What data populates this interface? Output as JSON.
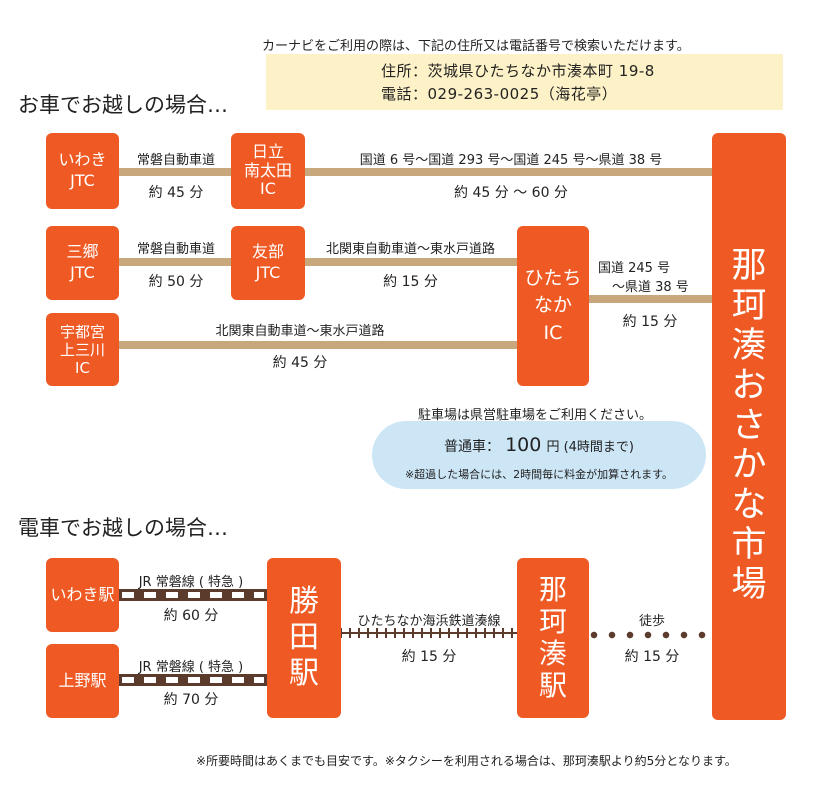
{
  "header": {
    "notice": "カーナビをご利用の際は、下記の住所又は電話番号で検索いただけます。",
    "address": "住所：茨城県ひたちなか市湊本町 19-8",
    "phone": "電話：029-263-0025（海花亭）",
    "box_color": "#fdf1c7"
  },
  "car_section": {
    "title": "お車でお越しの場合…",
    "nodes": {
      "iwaki_jtc": "いわき\nJTC",
      "hitachi_ic": "日立\n南太田\nIC",
      "misato_jtc": "三郷\nJTC",
      "tomobe_jtc": "友部\nJTC",
      "utsunomiya_ic": "宇都宮\n上三川\nIC",
      "hitachinaka_ic": "ひたち\nなか\nIC"
    },
    "routes": {
      "r1_road": "常磐自動車道",
      "r1_time": "約 45 分",
      "r2_road": "国道 6 号〜国道 293 号〜国道 245 号〜県道 38 号",
      "r2_time": "約 45 分 〜 60 分",
      "r3_road": "常磐自動車道",
      "r3_time": "約 50 分",
      "r4_road": "北関東自動車道〜東水戸道路",
      "r4_time": "約 15 分",
      "r5_road": "北関東自動車道〜東水戸道路",
      "r5_time": "約 45 分",
      "r6_road_line1": "国道 245 号",
      "r6_road_line2": "〜県道 38 号",
      "r6_time": "約 15 分"
    },
    "parking": {
      "heading": "駐車場は県営駐車場をご利用ください。",
      "fee_label": "普通車：",
      "fee_value": "100",
      "fee_unit": "円 (4時間まで)",
      "note": "※超過した場合には、2時間毎に料金が加算されます。",
      "bubble_color": "#cce6f6"
    }
  },
  "train_section": {
    "title": "電車でお越しの場合…",
    "nodes": {
      "iwaki_station": "いわき駅",
      "ueno_station": "上野駅",
      "katsuta_station": "勝\n田\n駅",
      "nakaminato_station": "那\n珂\n湊\n駅"
    },
    "routes": {
      "t1_line": "JR 常磐線 ( 特急 )",
      "t1_time": "約 60 分",
      "t2_line": "JR 常磐線 ( 特急 )",
      "t2_time": "約 70 分",
      "t3_line": "ひたちなか海浜鉄道湊線",
      "t3_time": "約 15 分",
      "t4_line": "徒歩",
      "t4_time": "約 15 分"
    }
  },
  "destination": {
    "name": "那\n珂\n湊\nお\nさ\nか\nな\n市\n場"
  },
  "footer": {
    "note": "※所要時間はあくまでも目安です。※タクシーを利用される場合は、那珂湊駅より約5分となります。"
  },
  "colors": {
    "box": "#ef5a24",
    "road": "#c9a77c",
    "rail": "#5b3b2c"
  }
}
